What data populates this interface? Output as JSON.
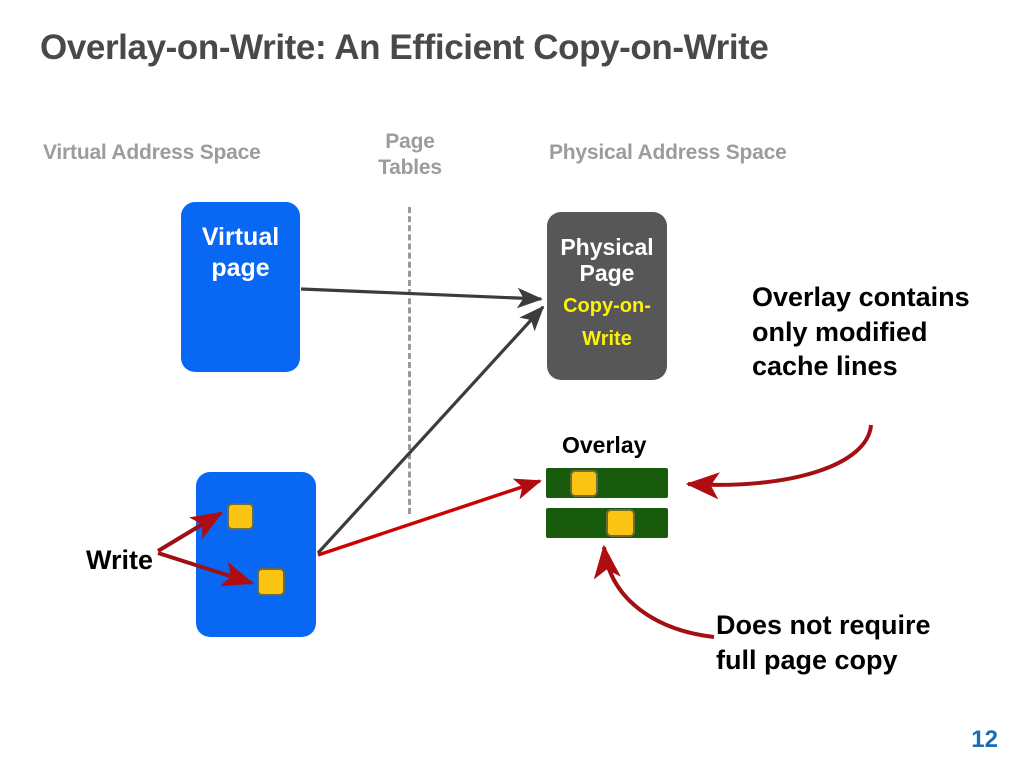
{
  "slide": {
    "title": "Overlay-on-Write: An Efficient Copy-on-Write",
    "page_number": "12",
    "colors": {
      "title_gray": "#494949",
      "header_gray": "#9c9c9c",
      "blue_box": "#0868f4",
      "gray_box": "#575757",
      "yellow_text": "#fbf10a",
      "green_bar": "#195b0c",
      "cacheline_yellow": "#fbc312",
      "red_arrow": "#b00d12",
      "dark_arrow": "#3c3c3c",
      "page_number_blue": "#1b6cb0"
    }
  },
  "headers": {
    "virtual": "Virtual Address Space",
    "page_tables_line1": "Page",
    "page_tables_line2": "Tables",
    "physical": "Physical Address Space"
  },
  "boxes": {
    "virtual_page": {
      "line1": "Virtual",
      "line2": "page"
    },
    "physical_page": {
      "line1": "Physical",
      "line2": "Page",
      "cow_line1": "Copy-on-",
      "cow_line2": "Write"
    }
  },
  "overlay": {
    "label": "Overlay",
    "bars": [
      {
        "name": "overlay-bar-1",
        "cacheline_present": true
      },
      {
        "name": "overlay-bar-2",
        "cacheline_present": true
      }
    ]
  },
  "annotations": {
    "write_label": "Write",
    "overlay_contains": "Overlay contains only modified cache lines",
    "no_full_copy": "Does not require full page copy"
  }
}
